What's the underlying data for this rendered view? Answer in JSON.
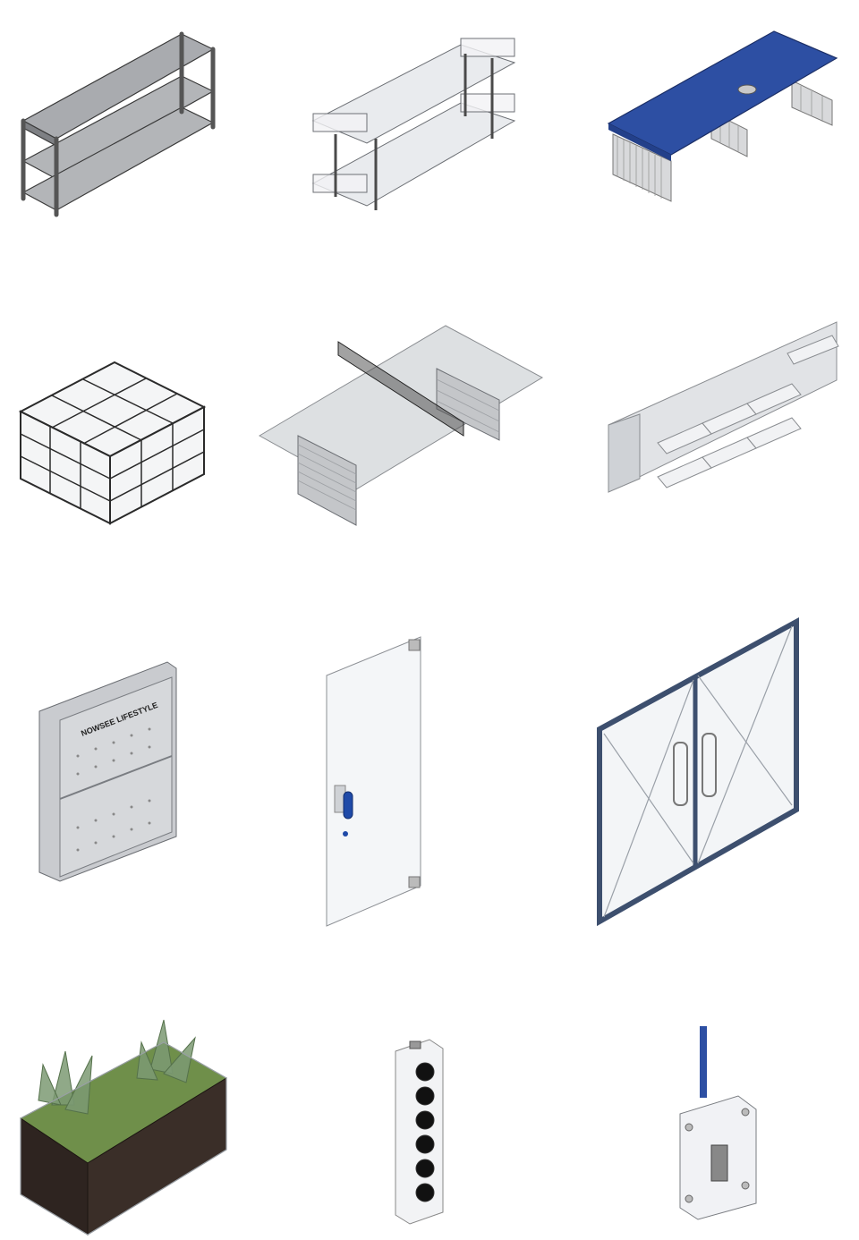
{
  "items": [
    {
      "id": "metal-shelf",
      "icon": "metal-shelf-icon"
    },
    {
      "id": "acrylic-shelf",
      "icon": "acrylic-shelf-icon"
    },
    {
      "id": "terrazzo-counter",
      "icon": "terrazzo-counter-icon"
    },
    {
      "id": "cube-grid-shelf",
      "icon": "cube-grid-shelf-icon"
    },
    {
      "id": "ping-pong-table",
      "icon": "ping-pong-table-icon"
    },
    {
      "id": "wall-display-rack",
      "icon": "wall-display-rack-icon"
    },
    {
      "id": "pegboard-cabinet",
      "icon": "pegboard-cabinet-icon",
      "sign_text": "NOWSEE LIFESTYLE"
    },
    {
      "id": "glass-door",
      "icon": "glass-door-icon"
    },
    {
      "id": "double-glass-door",
      "icon": "double-glass-door-icon"
    },
    {
      "id": "planter-box",
      "icon": "planter-box-icon"
    },
    {
      "id": "speaker-column",
      "icon": "speaker-column-icon"
    },
    {
      "id": "switch-box",
      "icon": "switch-box-icon"
    }
  ],
  "colors": {
    "line": "#3a3a3a",
    "steel": "#8d8f93",
    "glass": "#dfe4e8",
    "terrazzo": "#2d4fa3",
    "navy_frame": "#3d4f6e",
    "grass": "#6f8f4a",
    "soil": "#2e2420",
    "door_handle": "#1f4aa8"
  }
}
